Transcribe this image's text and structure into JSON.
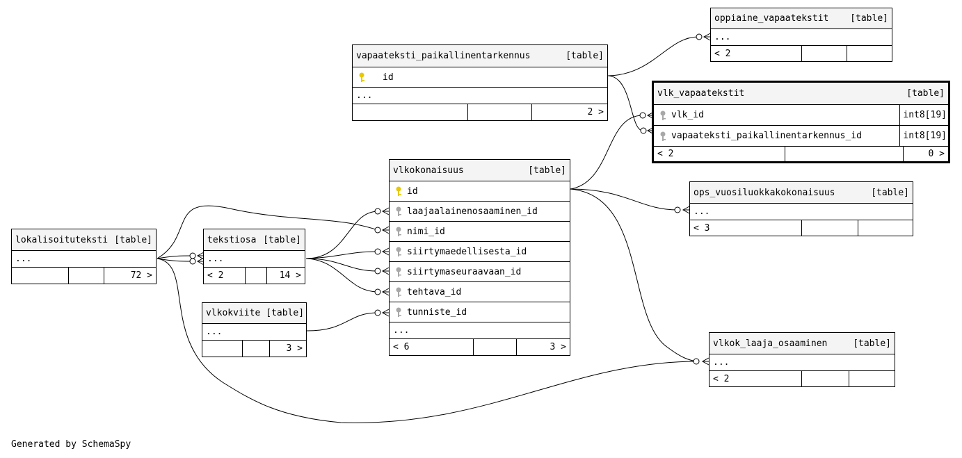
{
  "footer_text": "Generated by SchemaSpy",
  "table_kind": "[table]",
  "tables": {
    "oppiaine_vapaatekstit": {
      "name": "oppiaine_vapaatekstit",
      "more": "...",
      "parents": "< 2",
      "children": ""
    },
    "vapaateksti_paikallinentarkennus": {
      "name": "vapaateksti_paikallinentarkennus",
      "col_id": "id",
      "more": "...",
      "parents": "",
      "children": "2 >"
    },
    "vlk_vapaatekstit": {
      "name": "vlk_vapaatekstit",
      "col1": "vlk_id",
      "col1_type": "int8[19]",
      "col2": "vapaateksti_paikallinentarkennus_id",
      "col2_type": "int8[19]",
      "parents": "< 2",
      "children": "0 >"
    },
    "ops_vuosiluokkakokonaisuus": {
      "name": "ops_vuosiluokkakokonaisuus",
      "more": "...",
      "parents": "< 3",
      "children": ""
    },
    "vlkokonaisuus": {
      "name": "vlkokonaisuus",
      "cols": [
        "id",
        "laajaalainenosaaminen_id",
        "nimi_id",
        "siirtymaedellisesta_id",
        "siirtymaseuraavaan_id",
        "tehtava_id",
        "tunniste_id"
      ],
      "more": "...",
      "parents": "< 6",
      "children": "3 >"
    },
    "lokalisoituteksti": {
      "name": "lokalisoituteksti",
      "more": "...",
      "parents": "",
      "children": "72 >"
    },
    "tekstiosa": {
      "name": "tekstiosa",
      "more": "...",
      "parents": "< 2",
      "children": "14 >"
    },
    "vlkokviite": {
      "name": "vlkokviite",
      "more": "...",
      "parents": "",
      "children": "3 >"
    },
    "vlkok_laaja_osaaminen": {
      "name": "vlkok_laaja_osaaminen",
      "more": "...",
      "parents": "< 2",
      "children": ""
    }
  },
  "colors": {
    "primary_key": "#e8c800",
    "foreign_key": "#a8a8a8",
    "header_bg": "#f4f4f4"
  }
}
